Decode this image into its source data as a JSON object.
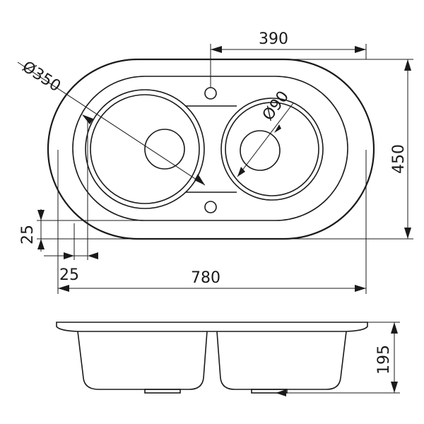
{
  "drawing": {
    "title": "",
    "dimensions": {
      "width_overall": "390",
      "width_total": "780",
      "height_total": "450",
      "bowl_diameter": "Ø350",
      "drain_diameter": "Ø90",
      "rim_offset_vertical": "25",
      "rim_offset_horizontal": "25",
      "depth": "195"
    },
    "colors": {
      "line": "#1a1a1a",
      "background": "#ffffff"
    }
  }
}
